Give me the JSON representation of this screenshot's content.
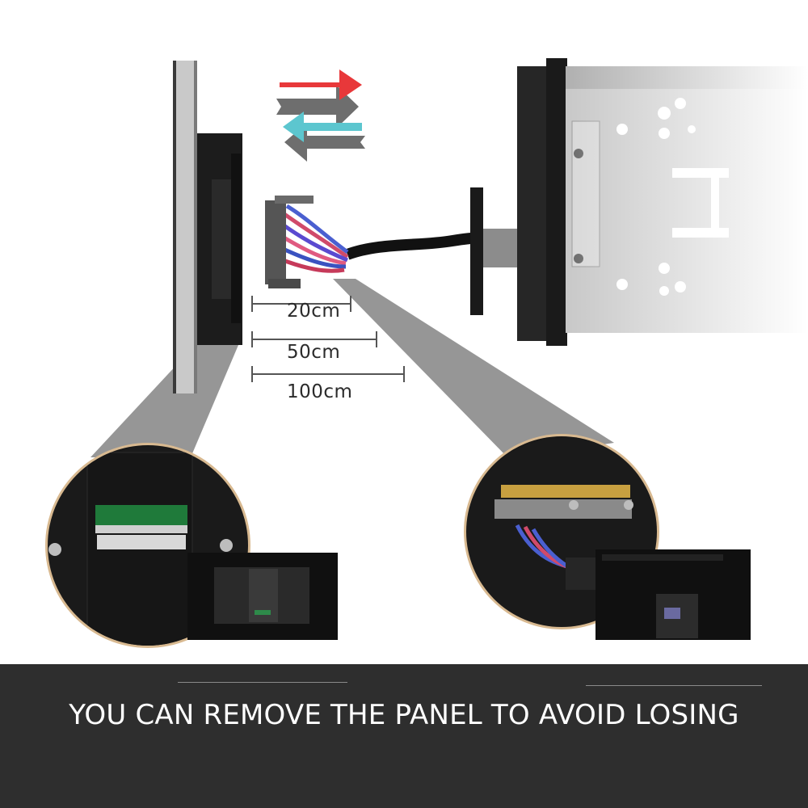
{
  "rulers": [
    {
      "label": "20cm"
    },
    {
      "label": "50cm"
    },
    {
      "label": "100cm"
    }
  ],
  "caption": "YOU CAN REMOVE THE PANEL TO AVOID LOSING",
  "colors": {
    "arrow_right": "#e8383a",
    "arrow_left": "#5cc6cf",
    "arrow_shadow": "#6e6e6e",
    "caption_band": "#2e2e2e",
    "caption_text": "#ffffff",
    "zoom_ring": "#d8b990"
  }
}
